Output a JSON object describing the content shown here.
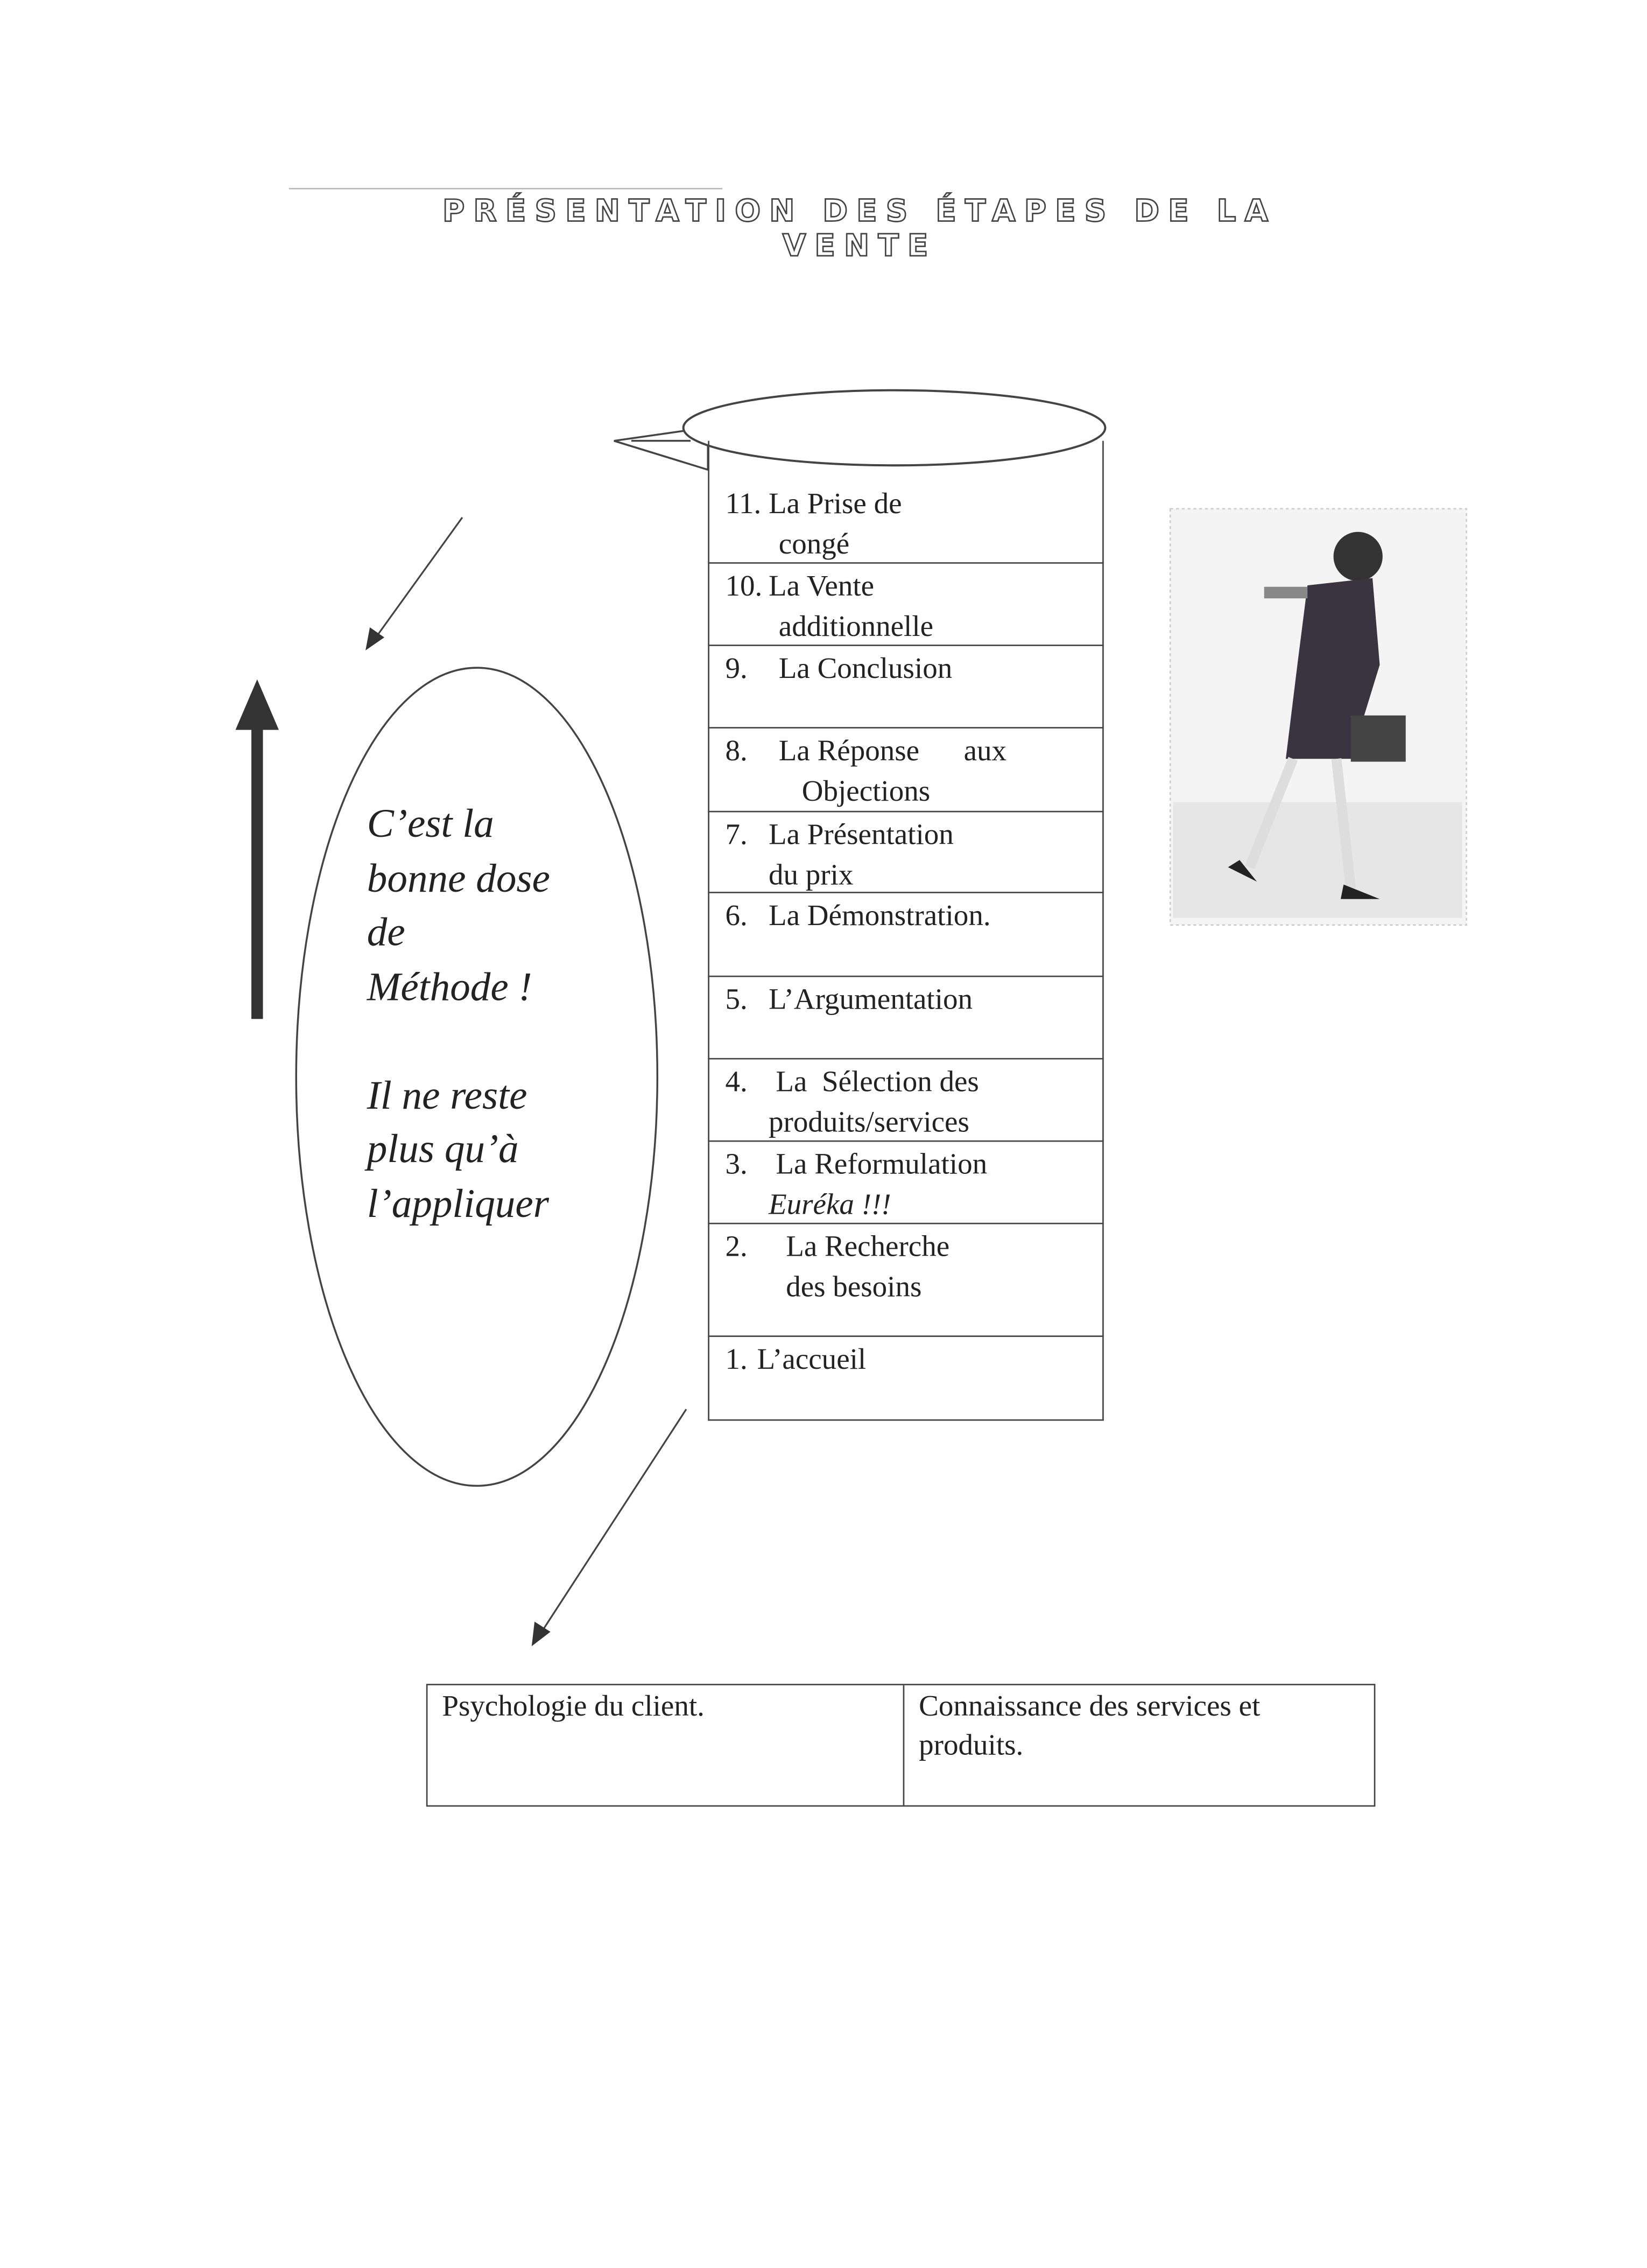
{
  "title": "PRÉSENTATION DES ÉTAPES DE LA VENTE",
  "steps": [
    {
      "num": "11.",
      "label": "La Prise de",
      "cont": "congé"
    },
    {
      "num": "10.",
      "label": "La Vente",
      "cont": "additionnelle"
    },
    {
      "num": "9.",
      "label": "La Conclusion",
      "cont": ""
    },
    {
      "num": "8.",
      "label": "La Réponse      aux",
      "cont": "Objections"
    },
    {
      "num": "7.",
      "label": "La Présentation",
      "cont": "du prix"
    },
    {
      "num": "6.",
      "label": "La Démonstration.",
      "cont": ""
    },
    {
      "num": "5.",
      "label": "L’Argumentation",
      "cont": ""
    },
    {
      "num": "4.",
      "label": "La  Sélection des",
      "cont": "produits/services"
    },
    {
      "num": "3.",
      "label": "La Reformulation",
      "cont": "Euréka !!!"
    },
    {
      "num": "2.",
      "label": "La Recherche",
      "cont": "des besoins"
    },
    {
      "num": "1.",
      "label": "L’accueil",
      "cont": ""
    }
  ],
  "bubble": {
    "lines": [
      "C’est la",
      "bonne dose",
      "de",
      "Méthode !",
      "",
      "Il ne reste",
      "plus qu’à",
      "l’appliquer"
    ]
  },
  "bottom_table": {
    "left": "Psychologie du client.",
    "right": "Connaissance des services et produits."
  }
}
